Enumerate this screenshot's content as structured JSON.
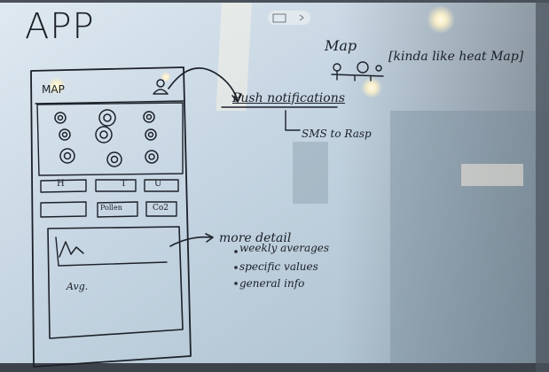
{
  "board": {
    "title": "APP",
    "map_title": "Map",
    "map_note": "[kinda like heat Map]",
    "phone_map_label": "MAP",
    "push_label": "Push notifications",
    "sms_label": "SMS to Rasp",
    "sensor_buttons": [
      "H",
      "T",
      "U"
    ],
    "extra_buttons": [
      "Pollen",
      "Co2"
    ],
    "avg_label": "Avg.",
    "more_detail_label": "more detail",
    "detail_items": [
      "weekly averages",
      "specific values",
      "general info"
    ]
  },
  "colors": {
    "whiteboard": "#c9d8e3",
    "ink": "#1a1f26",
    "frame": "#3a4049",
    "ceiling_light": "#fff6d8"
  },
  "icons": [
    "person-icon",
    "heatmap-scribble-icon",
    "line-graph-icon",
    "arrow-icon"
  ]
}
